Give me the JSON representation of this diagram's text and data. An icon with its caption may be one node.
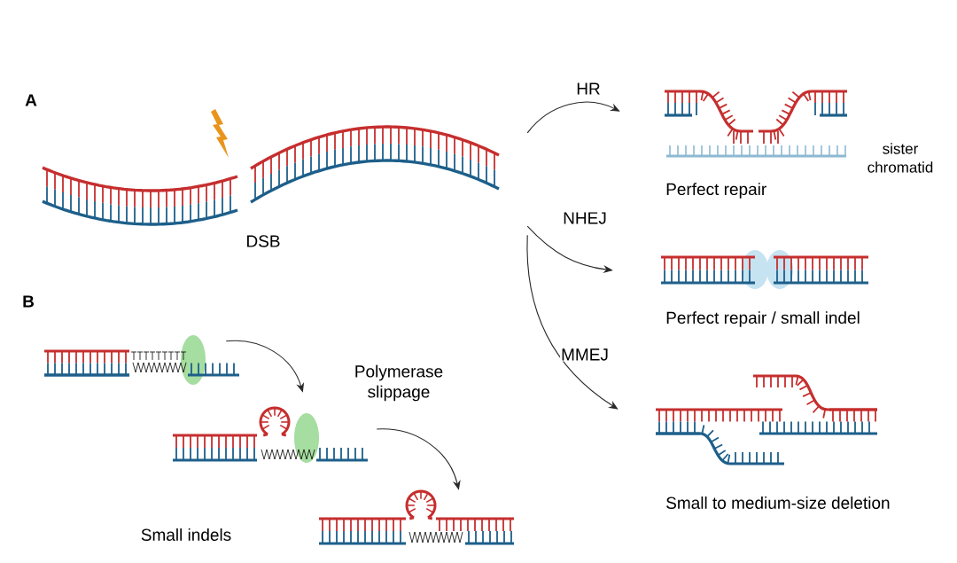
{
  "diagram": {
    "nodes": [
      {
        "text": [],
        "shape": "picture",
        "beside": [
          "DSB"
        ]
      },
      {
        "text": [],
        "shape": "picture",
        "beside": [
          "sister chromatid",
          "Perfect repair"
        ]
      },
      {
        "text": [],
        "shape": "picture",
        "beside": [
          "Perfect repair / small indel"
        ]
      },
      {
        "text": [],
        "shape": "picture",
        "beside": [
          "Small to medium-size deletion"
        ]
      },
      {
        "text": [],
        "shape": "picture"
      },
      {
        "text": [],
        "shape": "picture"
      },
      {
        "text": [],
        "shape": "picture"
      }
    ],
    "edges": [
      {
        "from": 0,
        "to": 1,
        "arrow": "to",
        "label": "HR"
      },
      {
        "from": 0,
        "to": 2,
        "arrow": "to",
        "label": "NHEJ"
      },
      {
        "from": 0,
        "to": 3,
        "arrow": "to",
        "label": "MMEJ"
      },
      {
        "from": 4,
        "to": 5,
        "arrow": "to"
      },
      {
        "from": 5,
        "to": 6,
        "arrow": "to"
      }
    ],
    "labels": [
      "A",
      "B",
      "Polymerase slippage",
      "Small indels"
    ]
  }
}
